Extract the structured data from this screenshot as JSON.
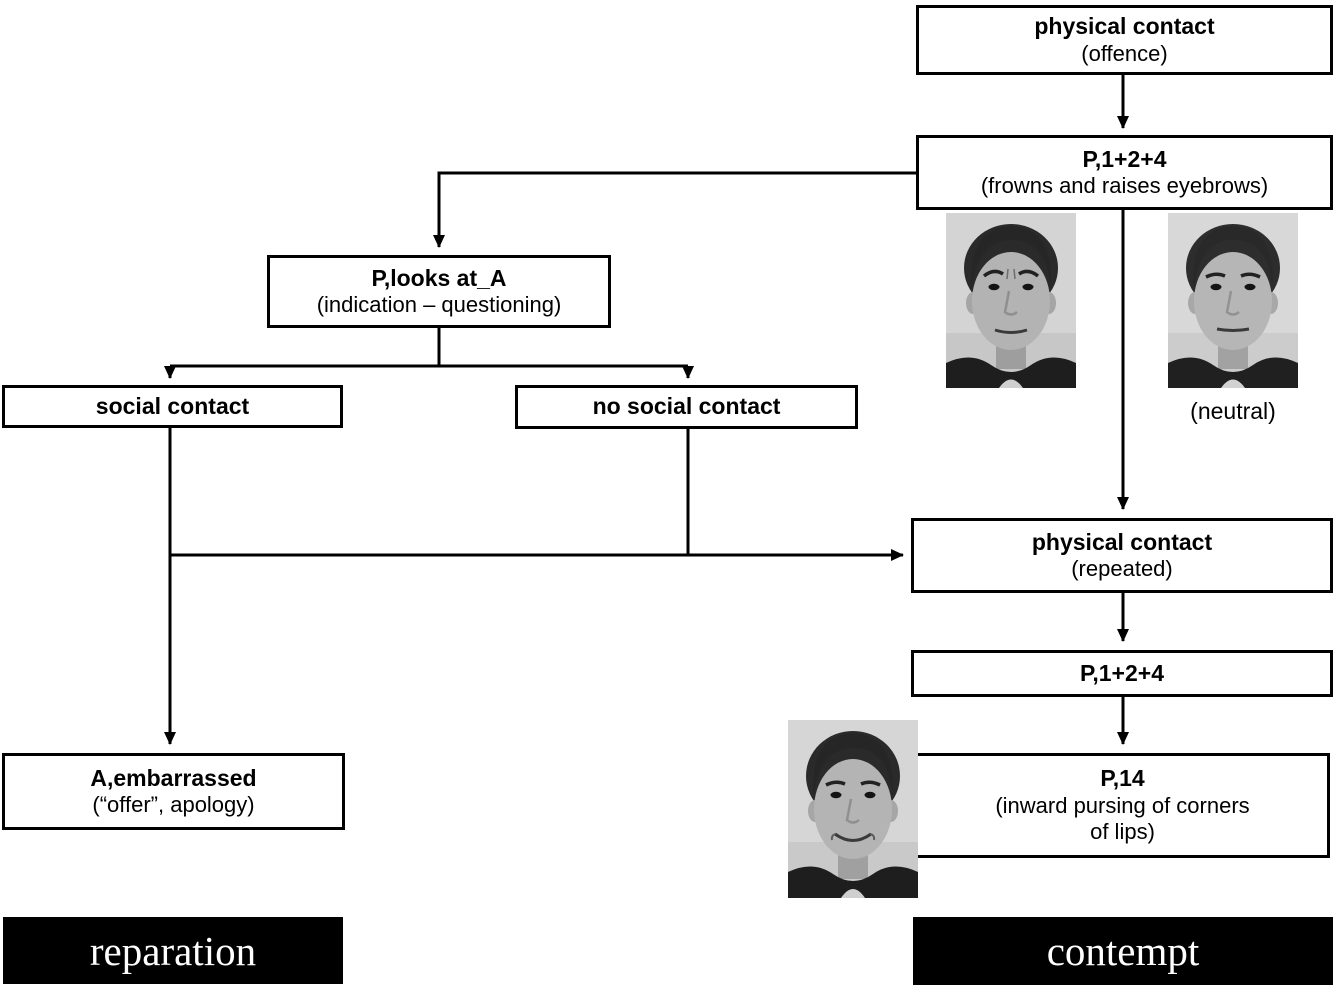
{
  "nodes": {
    "offence": {
      "title": "physical contact",
      "subtitle": "(offence)"
    },
    "p124_top": {
      "title": "P,1+2+4",
      "subtitle": "(frowns and raises eyebrows)"
    },
    "looks_at_a": {
      "title": "P,looks at_A",
      "subtitle": "(indication – questioning)"
    },
    "social_contact": {
      "title": "social contact"
    },
    "no_social_contact": {
      "title": "no social contact"
    },
    "repeated": {
      "title": "physical contact",
      "subtitle": "(repeated)"
    },
    "p124_mid": {
      "title": "P,1+2+4"
    },
    "p14": {
      "title": "P,14",
      "subtitle_line1": "(inward pursing of corners",
      "subtitle_line2": "of lips)"
    },
    "embarrassed": {
      "title": "A,embarrassed",
      "subtitle": "(“offer”, apology)"
    }
  },
  "outcomes": {
    "reparation": "reparation",
    "contempt": "contempt"
  },
  "captions": {
    "neutral": "(neutral)"
  },
  "photos": [
    {
      "name": "face-photo-frown",
      "meaning": "frowns and raises eyebrows (1+2+4)"
    },
    {
      "name": "face-photo-neutral",
      "meaning": "neutral expression"
    },
    {
      "name": "face-photo-smirk",
      "meaning": "inward pursing of corners of lips (14)"
    }
  ],
  "colors": {
    "line": "#000000",
    "box_border": "#000000",
    "box_bg": "#ffffff",
    "banner_bg": "#000000",
    "banner_text": "#ffffff",
    "page_bg": "#ffffff"
  }
}
